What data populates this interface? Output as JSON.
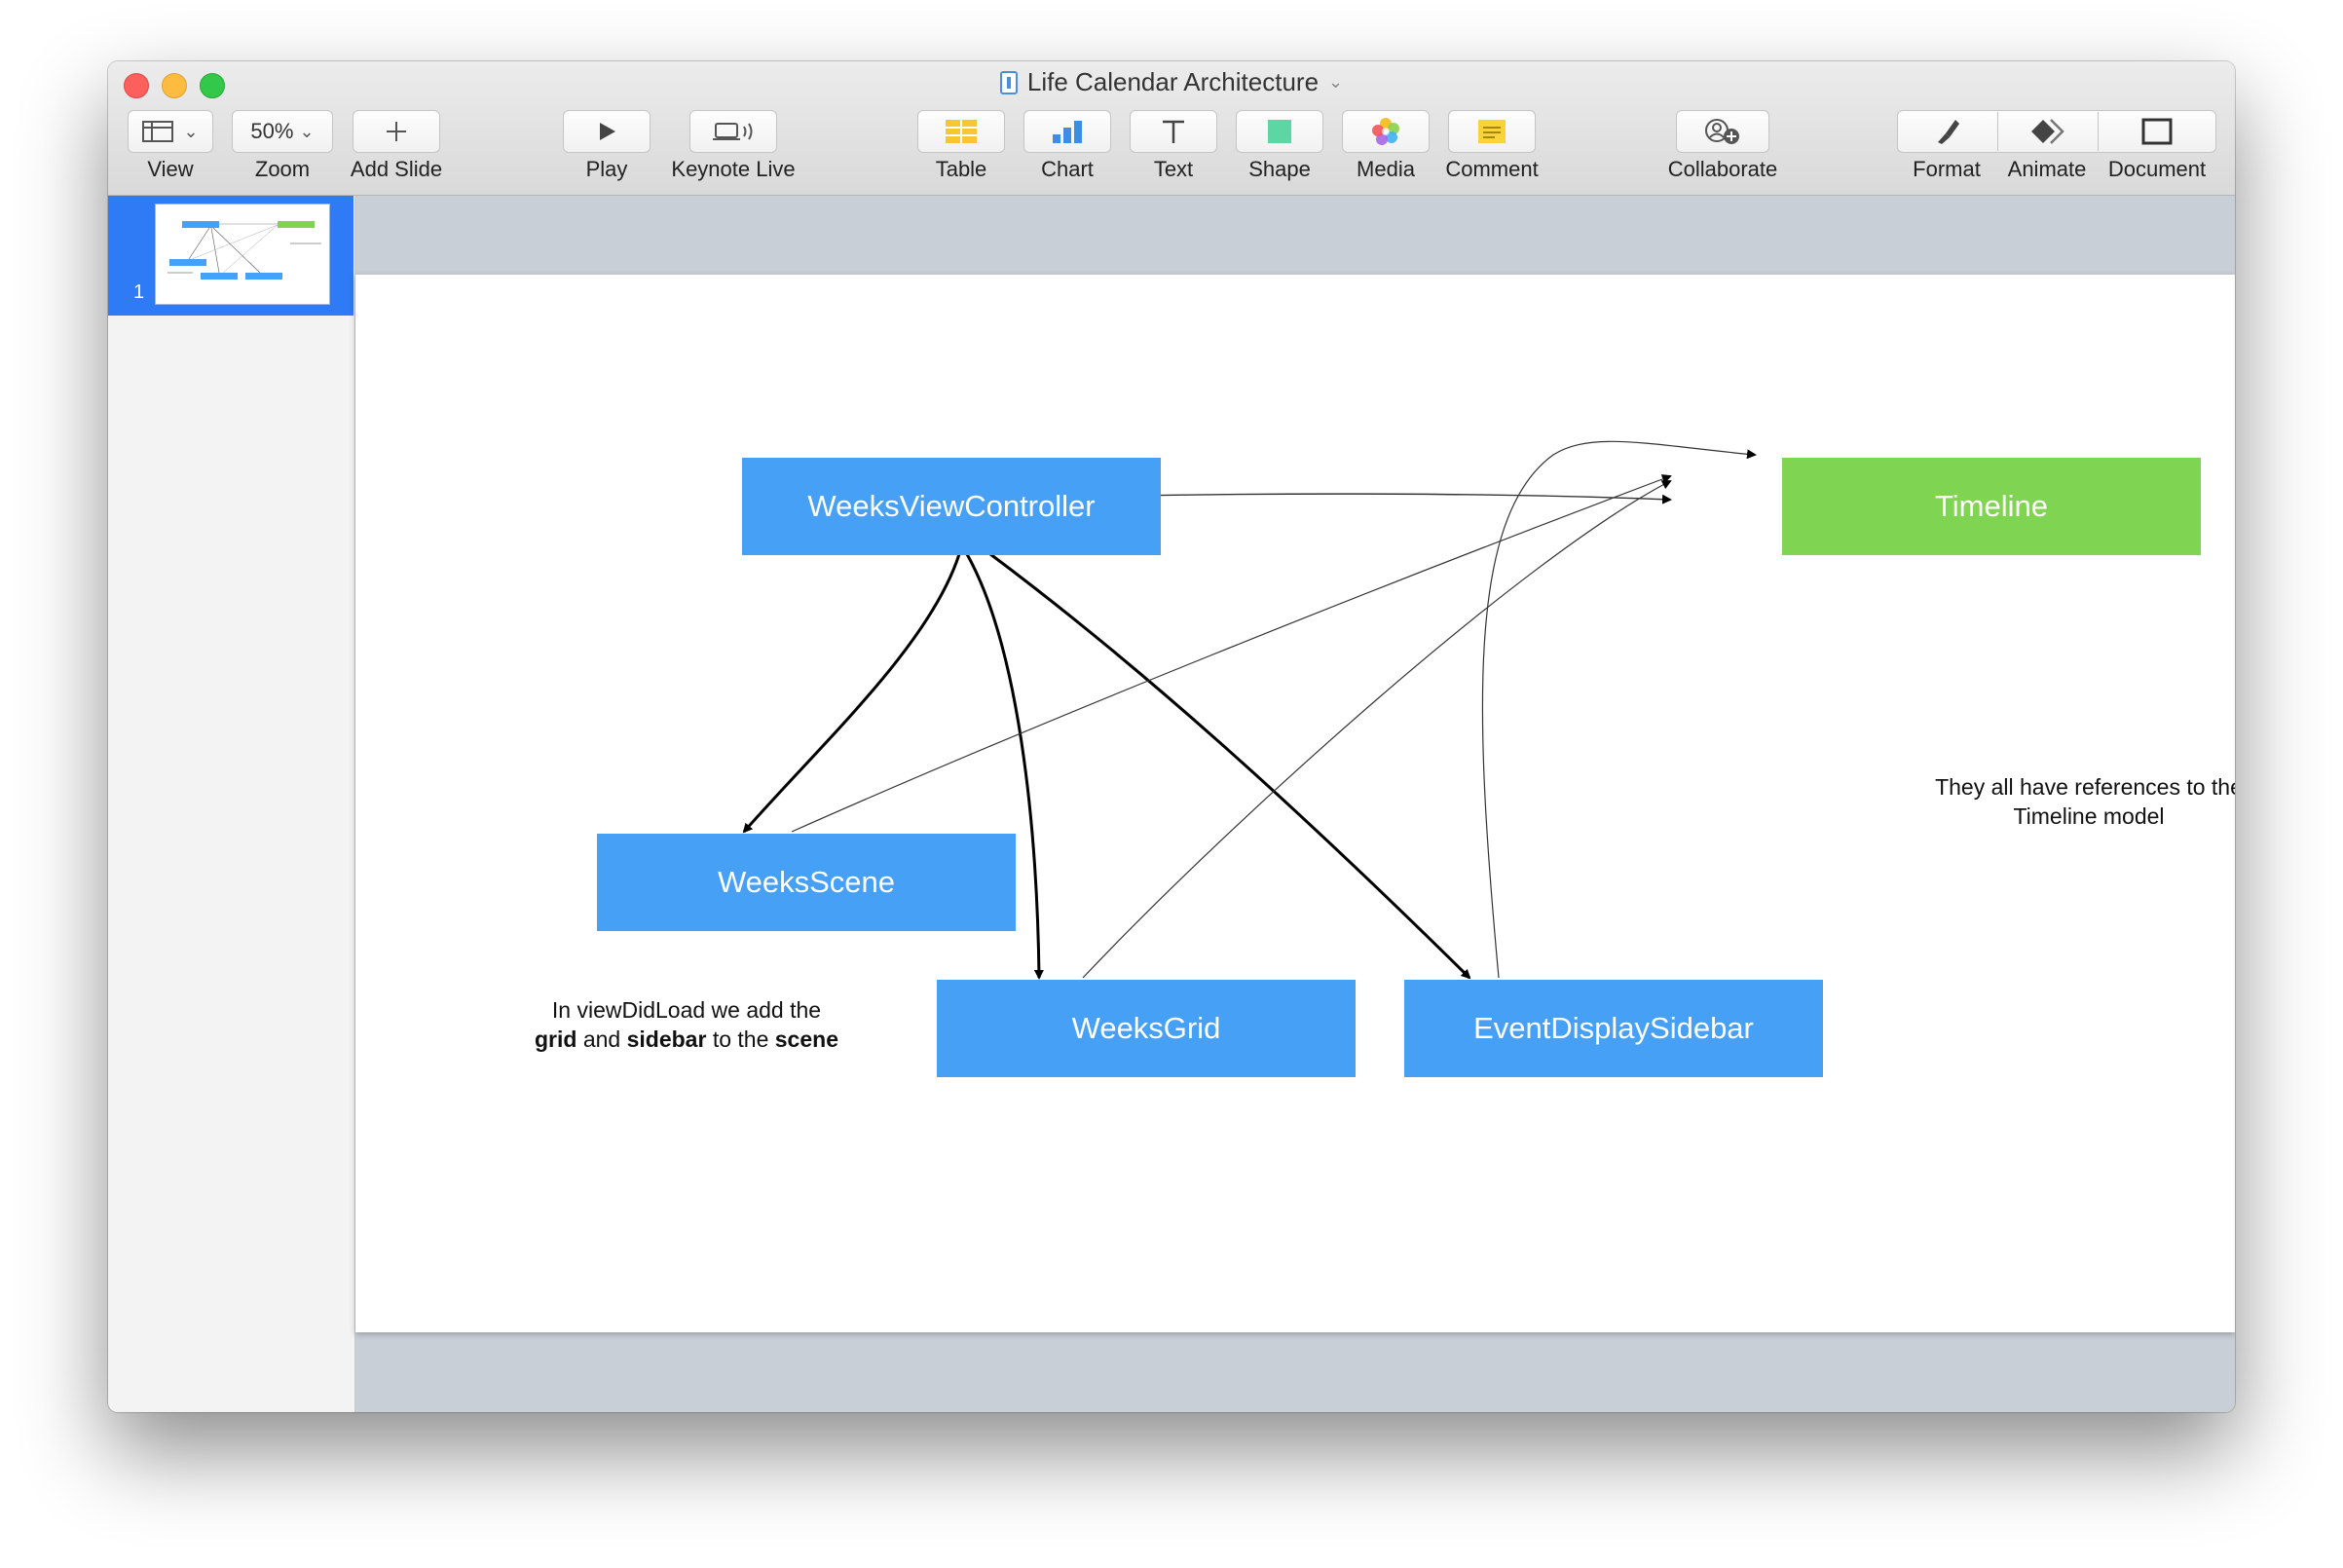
{
  "window": {
    "title": "Life Calendar Architecture"
  },
  "toolbar": {
    "view": {
      "label": "View",
      "icon": "sidebar-layout-icon"
    },
    "zoom": {
      "label": "Zoom",
      "value": "50%"
    },
    "add_slide": {
      "label": "Add Slide",
      "icon": "plus-icon"
    },
    "play": {
      "label": "Play",
      "icon": "play-icon"
    },
    "keynote_live": {
      "label": "Keynote Live",
      "icon": "keynote-live-icon"
    },
    "table": {
      "label": "Table",
      "icon": "table-icon"
    },
    "chart": {
      "label": "Chart",
      "icon": "chart-icon"
    },
    "text": {
      "label": "Text",
      "icon": "text-icon"
    },
    "shape": {
      "label": "Shape",
      "icon": "shape-icon"
    },
    "media": {
      "label": "Media",
      "icon": "media-icon"
    },
    "comment": {
      "label": "Comment",
      "icon": "comment-icon"
    },
    "collaborate": {
      "label": "Collaborate",
      "icon": "collaborate-icon"
    },
    "format": {
      "label": "Format",
      "icon": "paintbrush-icon"
    },
    "animate": {
      "label": "Animate",
      "icon": "animate-icon"
    },
    "document": {
      "label": "Document",
      "icon": "document-icon"
    }
  },
  "navigator": {
    "slides": [
      {
        "number": "1"
      }
    ]
  },
  "slide": {
    "nodes": {
      "weeks_view_controller": "WeeksViewController",
      "timeline": "Timeline",
      "weeks_scene": "WeeksScene",
      "weeks_grid": "WeeksGrid",
      "event_display_sidebar": "EventDisplaySidebar"
    },
    "note_left": {
      "line1": "In viewDidLoad we add the",
      "grid": "grid",
      "and": " and ",
      "sidebar": "sidebar",
      "to_the": " to the ",
      "scene": "scene"
    },
    "note_right": {
      "line1": "They all have references to the",
      "line2": "Timeline model"
    }
  },
  "colors": {
    "node_blue": "#46a0f5",
    "node_green": "#7fd551",
    "selection_blue": "#2f7bf5"
  }
}
